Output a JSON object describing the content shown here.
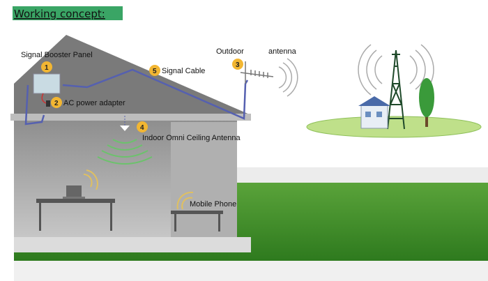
{
  "title": "Working concept:",
  "labels": {
    "booster": "Signal Booster Panel",
    "adapter": "AC power adapter",
    "outdoor": "Outdoor",
    "antenna": "antenna",
    "cable": "Signal Cable",
    "indoor": "Indoor Omni Ceiling Antenna",
    "phone": "Mobile Phone"
  },
  "numbers": {
    "n1": "1",
    "n2": "2",
    "n3": "3",
    "n4": "4",
    "n5": "5"
  },
  "colors": {
    "title_bg": "#3aa565",
    "grass": "#3f8f2a",
    "badge": "#f2b632",
    "cable": "#5560b0",
    "house": "#9a9a9a"
  }
}
